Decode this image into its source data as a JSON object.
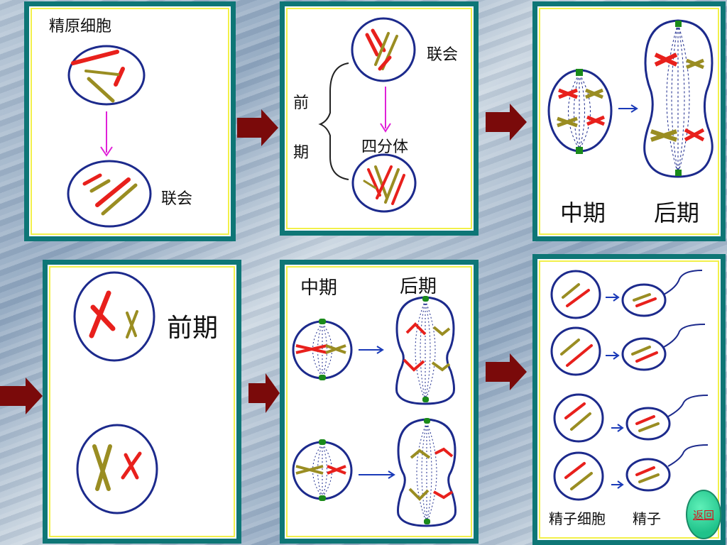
{
  "labels": {
    "spermatogonium": "精原细胞",
    "synapsis_1": "联会",
    "prophase_char1": "前",
    "prophase_char2": "期",
    "synapsis_2": "联会",
    "tetrad": "四分体",
    "metaphase_1": "中期",
    "anaphase_1": "后期",
    "prophase_2": "前期",
    "metaphase_2": "中期",
    "anaphase_2": "后期",
    "sperm_cell": "精子细胞",
    "sperm": "精子"
  },
  "back_button": {
    "label": "返回"
  },
  "colors": {
    "panel_border": "#0e7676",
    "panel_inner_border": "#f2f04a",
    "cell_outline": "#1c2a8c",
    "chromosome_red": "#e8201c",
    "chromosome_olive": "#9a8d22",
    "magenta_arrow": "#e020d8",
    "big_arrow": "#7a0a0a",
    "centriole": "#1a8a1a",
    "back_button_bg": "#2fd39a"
  },
  "icons": [
    "big-right-arrow-icon",
    "magenta-down-arrow-icon",
    "blue-right-arrow-icon"
  ]
}
